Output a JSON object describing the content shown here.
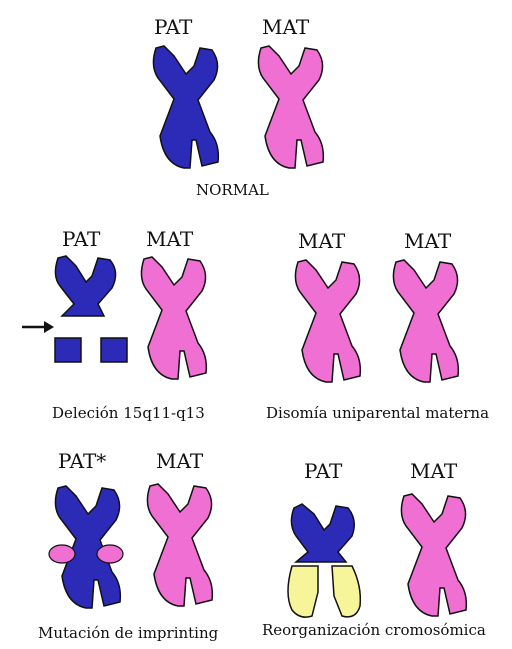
{
  "colors": {
    "paternal": "#2b2bb8",
    "maternal": "#ef6fd3",
    "imprint_mark": "#ef6fd3",
    "rearranged": "#f7f59a",
    "outline": "#111111"
  },
  "panels": {
    "normal": {
      "left_label": "PAT",
      "right_label": "MAT",
      "caption": "NORMAL"
    },
    "deletion": {
      "left_label": "PAT",
      "right_label": "MAT",
      "caption": "Deleción 15q11-q13"
    },
    "upd": {
      "left_label": "MAT",
      "right_label": "MAT",
      "caption": "Disomía uniparental materna"
    },
    "imprinting": {
      "left_label": "PAT*",
      "right_label": "MAT",
      "caption": "Mutación de imprinting"
    },
    "rearrangement": {
      "left_label": "PAT",
      "right_label": "MAT",
      "caption": "Reorganización cromosómica"
    }
  }
}
